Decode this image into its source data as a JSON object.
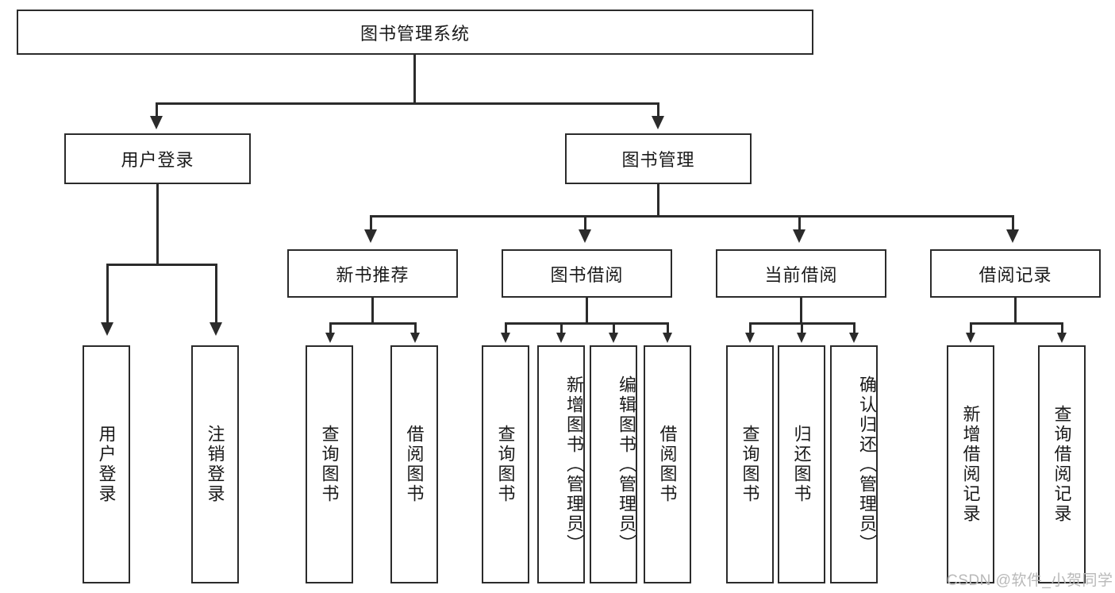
{
  "diagram": {
    "type": "hierarchy-tree",
    "title": "图书管理系统",
    "root": {
      "label": "图书管理系统"
    },
    "level2": [
      {
        "id": "user-login",
        "label": "用户登录"
      },
      {
        "id": "book-management",
        "label": "图书管理"
      }
    ],
    "level3": [
      {
        "id": "new-book-recommend",
        "label": "新书推荐",
        "parent": "book-management"
      },
      {
        "id": "book-borrow",
        "label": "图书借阅",
        "parent": "book-management"
      },
      {
        "id": "current-borrow",
        "label": "当前借阅",
        "parent": "book-management"
      },
      {
        "id": "borrow-record",
        "label": "借阅记录",
        "parent": "book-management"
      }
    ],
    "leaves": [
      {
        "id": "leaf-user-login",
        "label": "用户登录",
        "parent": "user-login"
      },
      {
        "id": "leaf-logout-login",
        "label": "注销登录",
        "parent": "user-login"
      },
      {
        "id": "leaf-query-book-1",
        "label": "查询图书",
        "parent": "new-book-recommend"
      },
      {
        "id": "leaf-borrow-book-1",
        "label": "借阅图书",
        "parent": "new-book-recommend"
      },
      {
        "id": "leaf-query-book-2",
        "label": "查询图书",
        "parent": "book-borrow"
      },
      {
        "id": "leaf-add-book",
        "label": "新增图书（管理员）",
        "parent": "book-borrow"
      },
      {
        "id": "leaf-edit-book",
        "label": "编辑图书（管理员）",
        "parent": "book-borrow"
      },
      {
        "id": "leaf-borrow-book-2",
        "label": "借阅图书",
        "parent": "book-borrow"
      },
      {
        "id": "leaf-query-book-3",
        "label": "查询图书",
        "parent": "current-borrow"
      },
      {
        "id": "leaf-return-book",
        "label": "归还图书",
        "parent": "current-borrow"
      },
      {
        "id": "leaf-confirm-return",
        "label": "确认归还（管理员）",
        "parent": "current-borrow"
      },
      {
        "id": "leaf-add-record",
        "label": "新增借阅记录",
        "parent": "borrow-record"
      },
      {
        "id": "leaf-query-record",
        "label": "查询借阅记录",
        "parent": "borrow-record"
      }
    ],
    "watermark": "CSDN @软件_小贺同学",
    "colors": {
      "stroke": "#2b2b2b",
      "fill": "#ffffff",
      "text": "#1a1a1a",
      "watermark": "#b9b9b9"
    }
  }
}
